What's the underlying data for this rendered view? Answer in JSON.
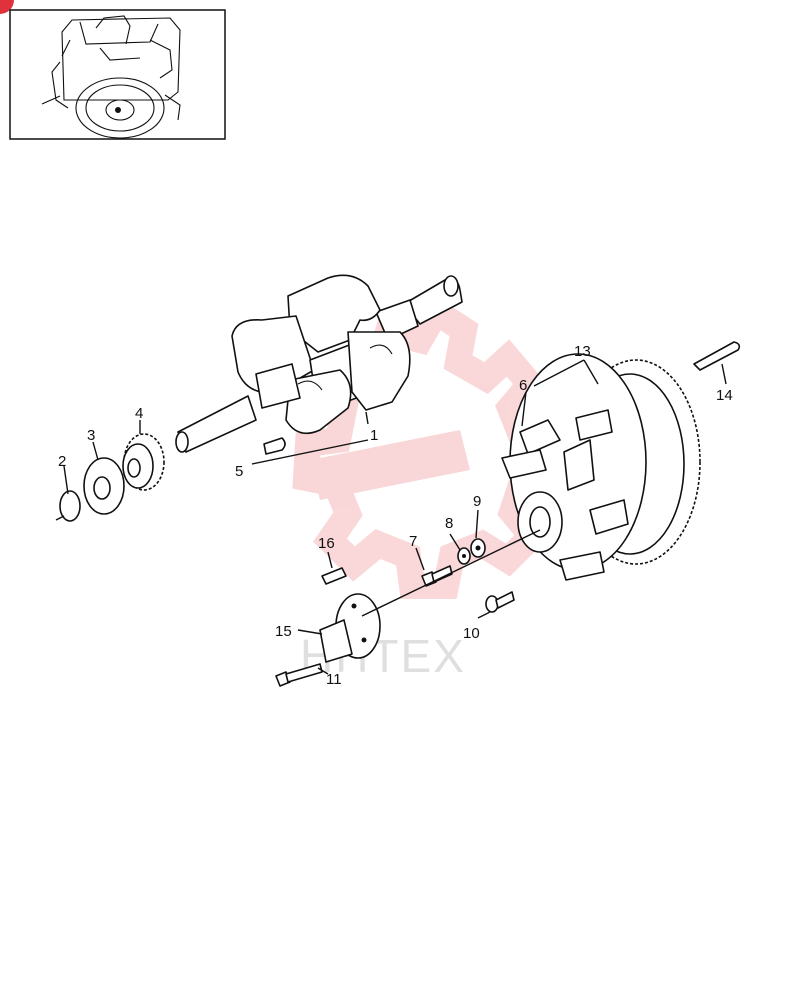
{
  "diagram": {
    "watermark": "HHTEX",
    "corner_badge_color": "#e0323c",
    "watermark_color": "#f5b7b9",
    "callouts": [
      "1",
      "2",
      "3",
      "4",
      "5",
      "6",
      "7",
      "8",
      "9",
      "10",
      "11",
      "13",
      "14",
      "15",
      "16"
    ]
  },
  "parts": [
    {
      "id": "crankshaft",
      "callout": "1"
    },
    {
      "id": "retaining-ring",
      "callout": "2"
    },
    {
      "id": "thrust-washer",
      "callout": "3"
    },
    {
      "id": "crankshaft-gear",
      "callout": "4"
    },
    {
      "id": "gear-key",
      "callout": "5"
    },
    {
      "id": "flywheel",
      "callout": "6"
    },
    {
      "id": "cap-screw",
      "callout": "7"
    },
    {
      "id": "lock-washer",
      "callout": "8"
    },
    {
      "id": "flat-washer",
      "callout": "9"
    },
    {
      "id": "set-screw",
      "callout": "10"
    },
    {
      "id": "hub-bolt",
      "callout": "11"
    },
    {
      "id": "ring-gear",
      "callout": "13"
    },
    {
      "id": "flywheel-key",
      "callout": "14"
    },
    {
      "id": "drive-hub",
      "callout": "15"
    },
    {
      "id": "hub-pin",
      "callout": "16"
    }
  ]
}
